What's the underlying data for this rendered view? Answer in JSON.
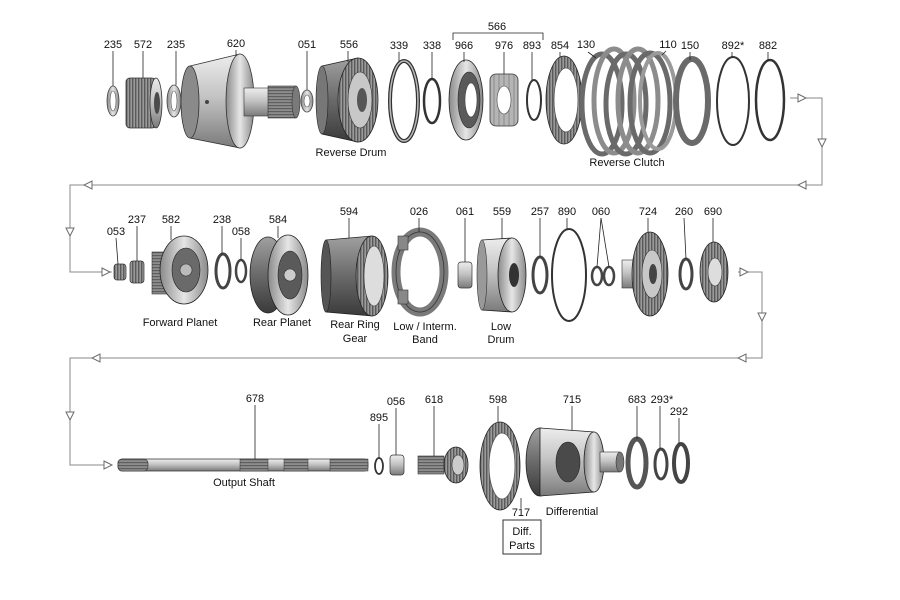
{
  "parts": {
    "p235a": "235",
    "p572": "572",
    "p235b": "235",
    "p620": "620",
    "p051": "051",
    "p556": "556",
    "p339": "339",
    "p338": "338",
    "p566": "566",
    "p966": "966",
    "p976": "976",
    "p893": "893",
    "p854": "854",
    "p130": "130",
    "p110": "110",
    "p150": "150",
    "p892": "892*",
    "p882": "882",
    "p053": "053",
    "p237": "237",
    "p582": "582",
    "p238": "238",
    "p058": "058",
    "p584": "584",
    "p594": "594",
    "p026": "026",
    "p061": "061",
    "p559": "559",
    "p257": "257",
    "p890": "890",
    "p060": "060",
    "p724": "724",
    "p260": "260",
    "p690": "690",
    "p678": "678",
    "p895": "895",
    "p056": "056",
    "p618": "618",
    "p598": "598",
    "p715": "715",
    "p683": "683",
    "p293": "293*",
    "p292": "292",
    "p717": "717"
  },
  "captions": {
    "reverse_drum": "Reverse Drum",
    "reverse_clutch": "Reverse Clutch",
    "forward_planet": "Forward  Planet",
    "rear_planet": "Rear Planet",
    "rear_ring_1": "Rear Ring",
    "rear_ring_2": "Gear",
    "band_1": "Low / Interm.",
    "band_2": "Band",
    "low_drum_1": "Low",
    "low_drum_2": "Drum",
    "output_shaft": "Output Shaft",
    "differential": "Differential",
    "diff_parts_1": "Diff.",
    "diff_parts_2": "Parts"
  },
  "colors": {
    "metal_light": "#d9d9d9",
    "metal_mid": "#a8a8a8",
    "metal_dark": "#6e6e6e",
    "flow_line": "#8a8a8a"
  }
}
